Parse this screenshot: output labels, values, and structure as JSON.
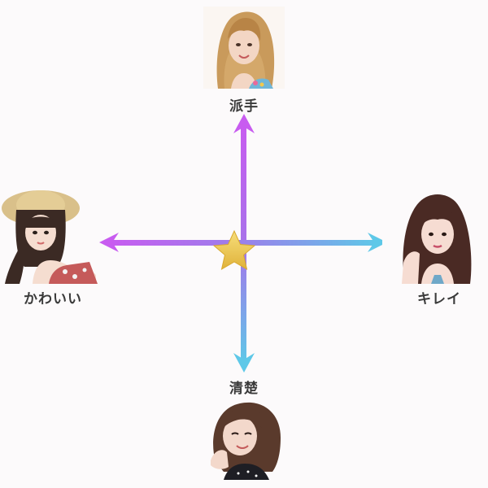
{
  "diagram": {
    "center_icon": "star-icon",
    "axis_colors": {
      "vertical_top": "#c85cf0",
      "vertical_bottom": "#5ec8e8",
      "horizontal_left": "#c85cf0",
      "horizontal_right": "#5ec8e8",
      "star": "#f2c94c"
    },
    "poles": {
      "top": {
        "label": "派手",
        "image": "portrait-blonde-woman"
      },
      "bottom": {
        "label": "清楚",
        "image": "portrait-bob-hair-woman"
      },
      "left": {
        "label": "かわいい",
        "image": "portrait-straw-hat-woman"
      },
      "right": {
        "label": "キレイ",
        "image": "portrait-long-hair-woman"
      }
    }
  }
}
